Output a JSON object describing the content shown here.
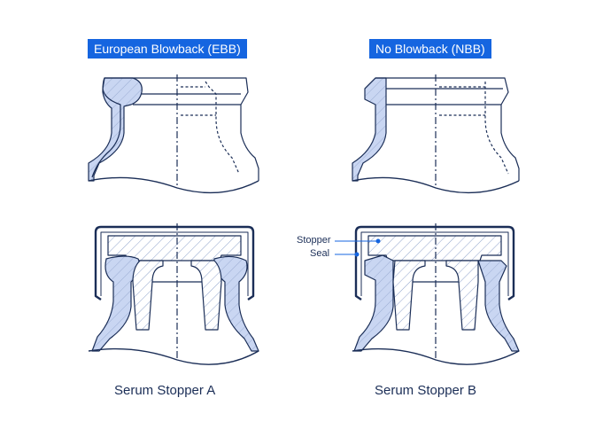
{
  "headers": {
    "ebb": "European Blowback (EBB)",
    "nbb": "No Blowback (NBB)"
  },
  "captions": {
    "stopper_a": "Serum Stopper A",
    "stopper_b": "Serum Stopper B"
  },
  "callouts": {
    "stopper": "Stopper",
    "seal": "Seal"
  },
  "colors": {
    "ink": "#1b2e57",
    "tag_background": "#1565e0",
    "glass_fill": "#c9d6f2",
    "hatch": "#8fa3cc"
  }
}
